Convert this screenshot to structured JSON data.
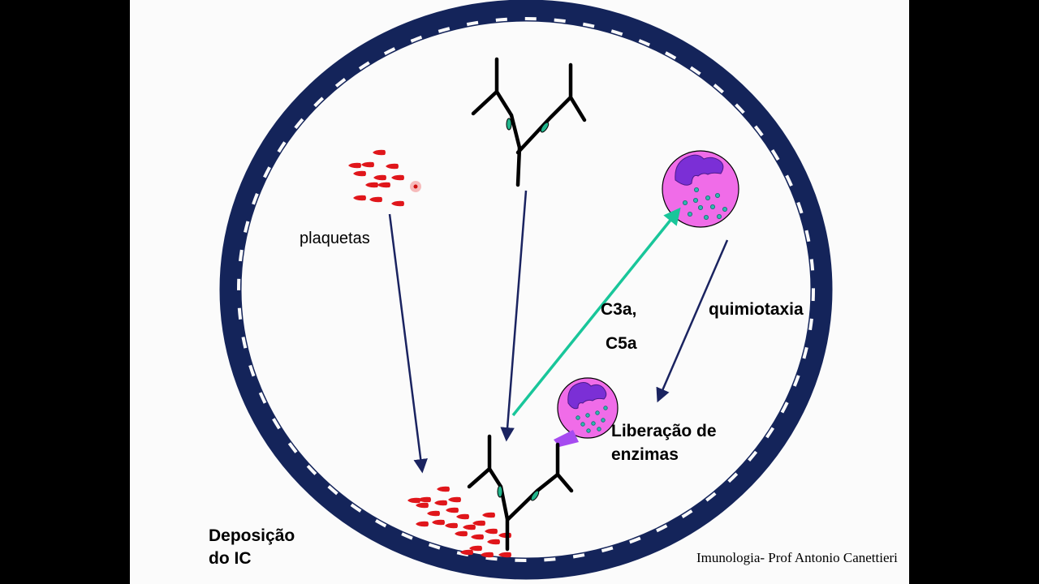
{
  "labels": {
    "plaquetas": "plaquetas",
    "c3a": "C3a,",
    "c5a": "C5a",
    "quimiotaxia": "quimiotaxia",
    "liberacao_line1": "Liberação de",
    "liberacao_line2": "enzimas",
    "deposicao_line1": "Deposição",
    "deposicao_line2": "do IC",
    "credit": "Imunologia- Prof Antonio Canettieri"
  },
  "colors": {
    "vessel_wall": "#14245a",
    "arrow": "#1a2360",
    "chemotaxis_arrow": "#19c69a",
    "platelet": "#e0161b",
    "cell_body": "#f06ce8",
    "nucleus": "#7b2fd6",
    "granule": "#2fb8b0",
    "antibody": "#000000",
    "antigen": "#22b58c"
  },
  "icons": {
    "platelet_cluster": "platelet-icon",
    "neutrophil": "neutrophil-icon",
    "immune_complex": "immune-complex-icon",
    "enzyme_release": "enzyme-release-icon"
  }
}
